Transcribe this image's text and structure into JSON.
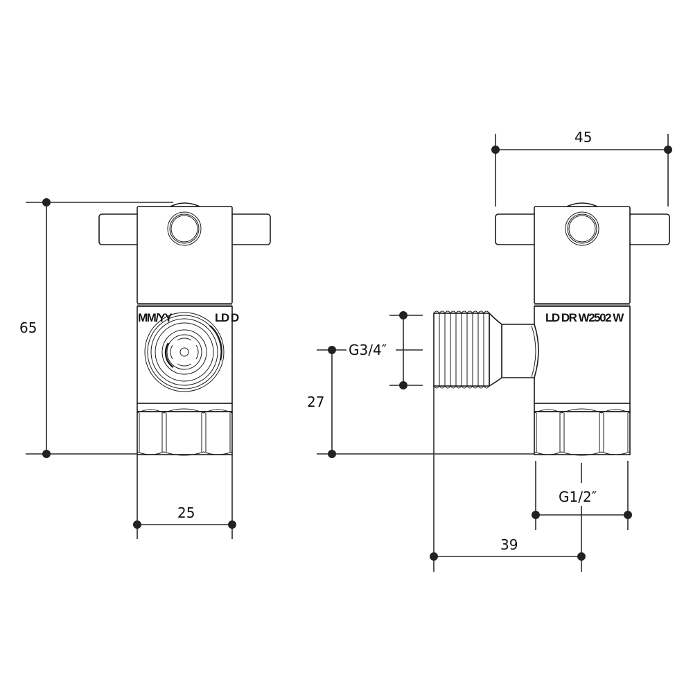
{
  "drawing": {
    "title": "Valve dimensional drawing",
    "units": "mm",
    "colors": {
      "line": "#1a1a1a",
      "dimension": "#2a2a2a",
      "background": "#ffffff"
    }
  },
  "front_view": {
    "body_markings": {
      "left": "MM/YY",
      "right": "LD D"
    },
    "dimensions": {
      "height": {
        "value": "65"
      },
      "width": {
        "value": "25"
      }
    }
  },
  "side_view": {
    "body_markings": {
      "text": "LD DR W2502 W"
    },
    "dimensions": {
      "handle_width": {
        "value": "45"
      },
      "inlet_thread": {
        "value": "G3/4″"
      },
      "inlet_height": {
        "value": "27"
      },
      "outlet_thread": {
        "value": "G1/2″"
      },
      "offset": {
        "value": "39"
      }
    }
  }
}
